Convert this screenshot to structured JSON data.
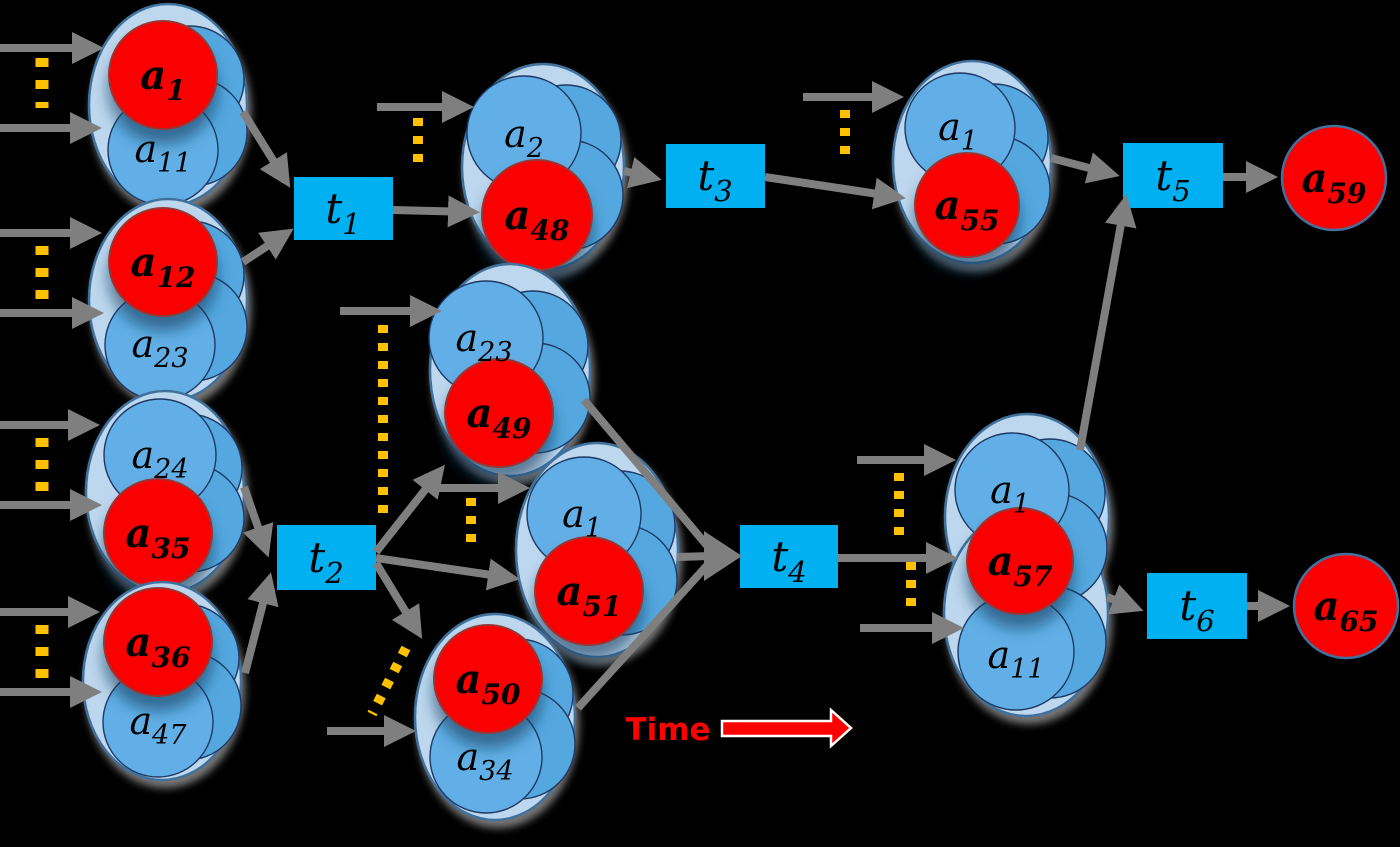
{
  "diagram_type": "temporal activity / Petri-net style diagram",
  "colors": {
    "background": "#000000",
    "cluster_fill": "#BDD7EE",
    "cluster_stroke": "#41719C",
    "member_circle_fill": "#54A8DF",
    "labeled_circle_fill": "#61AFE6",
    "active_node_fill": "#FB0000",
    "transition_box_fill": "#00B0F0",
    "arrow_gray": "#7f7f7f",
    "ellipsis_dots": "#FFC000",
    "time_red": "#FF0000"
  },
  "nodes": {
    "c1_red": {
      "base": "a",
      "sub": "1"
    },
    "c1_blue": {
      "base": "a",
      "sub": "11"
    },
    "c2_red": {
      "base": "a",
      "sub": "12"
    },
    "c2_blue": {
      "base": "a",
      "sub": "23"
    },
    "c3_blue": {
      "base": "a",
      "sub": "24"
    },
    "c3_red": {
      "base": "a",
      "sub": "35"
    },
    "c4_red": {
      "base": "a",
      "sub": "36"
    },
    "c4_blue": {
      "base": "a",
      "sub": "47"
    },
    "c5_blue": {
      "base": "a",
      "sub": "2"
    },
    "c5_red": {
      "base": "a",
      "sub": "48"
    },
    "c6_blue": {
      "base": "a",
      "sub": "23"
    },
    "c6_red": {
      "base": "a",
      "sub": "49"
    },
    "c7_blue": {
      "base": "a",
      "sub": "1"
    },
    "c7_red": {
      "base": "a",
      "sub": "51"
    },
    "c8_red": {
      "base": "a",
      "sub": "50"
    },
    "c8_blue": {
      "base": "a",
      "sub": "34"
    },
    "c9_blue": {
      "base": "a",
      "sub": "1"
    },
    "c9_red": {
      "base": "a",
      "sub": "55"
    },
    "c10_blue_top": {
      "base": "a",
      "sub": "1"
    },
    "c10_red": {
      "base": "a",
      "sub": "57"
    },
    "c10_blue_bottom": {
      "base": "a",
      "sub": "11"
    },
    "out_top": {
      "base": "a",
      "sub": "59"
    },
    "out_bottom": {
      "base": "a",
      "sub": "65"
    }
  },
  "transitions": {
    "t1": {
      "base": "t",
      "sub": "1"
    },
    "t2": {
      "base": "t",
      "sub": "2"
    },
    "t3": {
      "base": "t",
      "sub": "3"
    },
    "t4": {
      "base": "t",
      "sub": "4"
    },
    "t5": {
      "base": "t",
      "sub": "5"
    },
    "t6": {
      "base": "t",
      "sub": "6"
    }
  },
  "annotations": {
    "time_label": "Time"
  }
}
